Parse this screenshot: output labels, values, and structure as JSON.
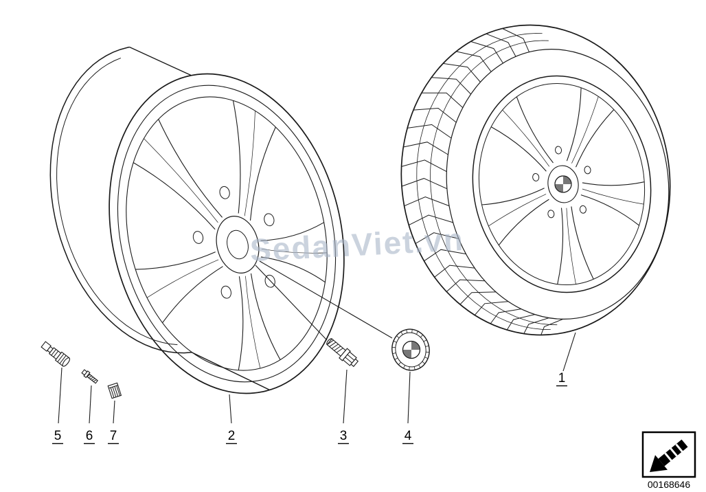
{
  "diagram": {
    "watermark": "SedanViet.vn",
    "colors": {
      "line": "#1a1a1a",
      "watermark": "#a9b6c9"
    },
    "stamp": {
      "icon": "arrow-down-left-icon",
      "part_number": "00168646"
    },
    "callouts": [
      {
        "label": "1"
      },
      {
        "label": "2"
      },
      {
        "label": "3"
      },
      {
        "label": "4"
      },
      {
        "label": "5"
      },
      {
        "label": "6"
      },
      {
        "label": "7"
      }
    ]
  }
}
